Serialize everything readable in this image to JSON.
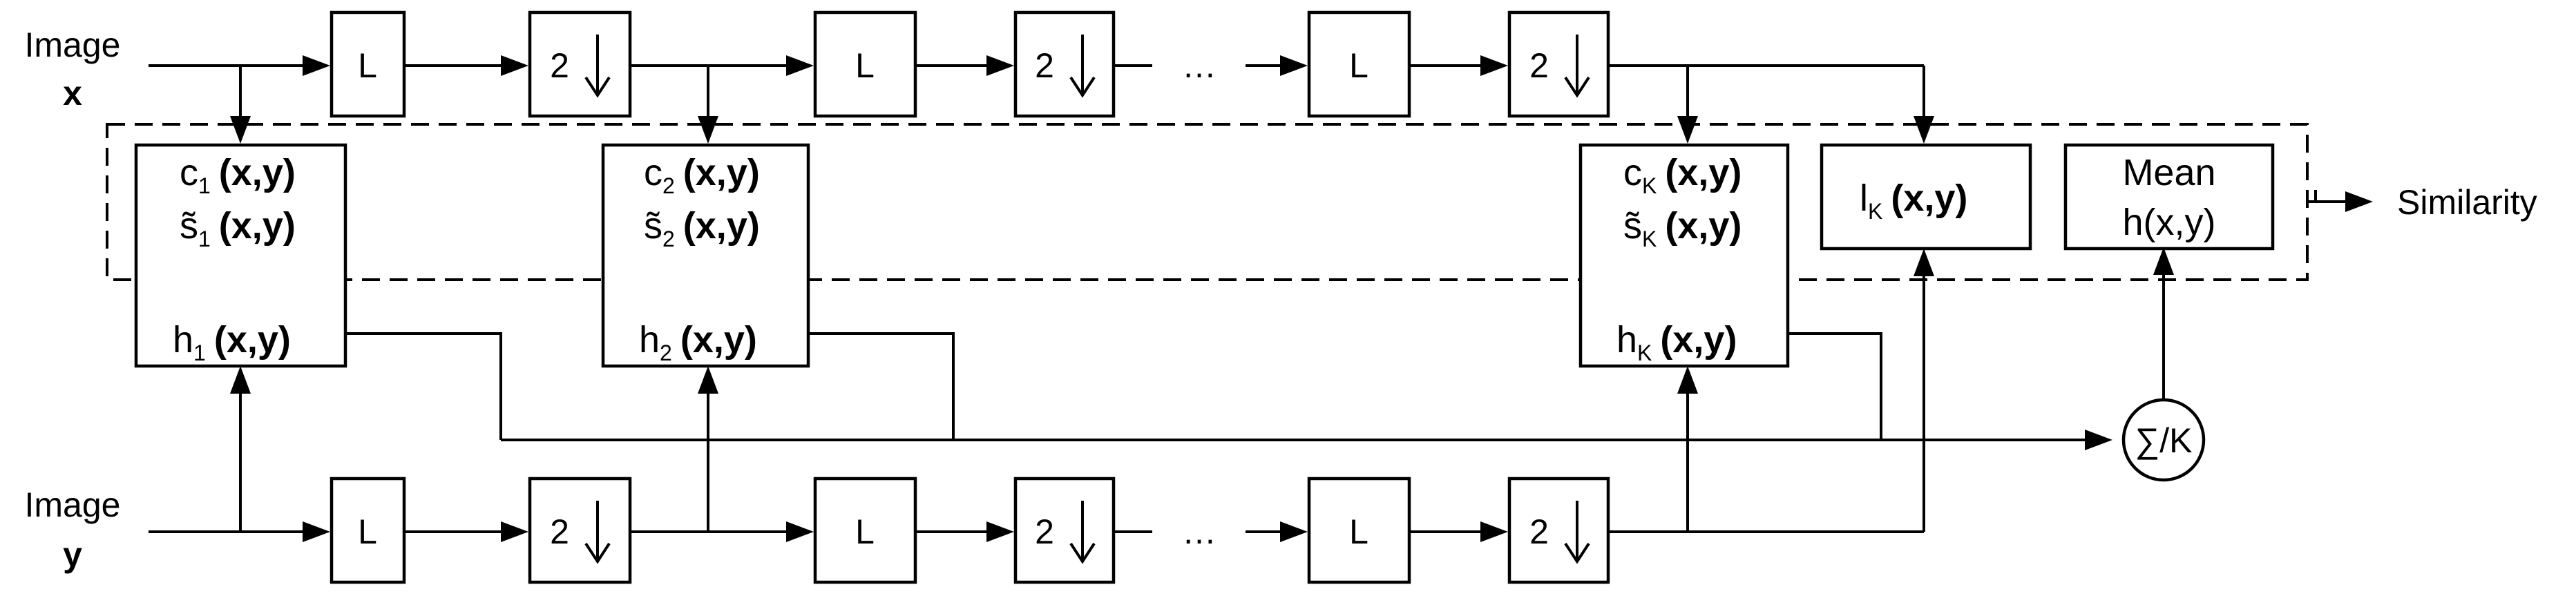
{
  "inputs": {
    "x": {
      "word": "Image",
      "symbol": "x"
    },
    "y": {
      "word": "Image",
      "symbol": "y"
    }
  },
  "chain": {
    "lowpass_label": "L",
    "downsample_label": "2",
    "ellipsis": "…"
  },
  "scale_blocks": [
    {
      "c": "c",
      "s": "s̃",
      "h": "h",
      "sub": "1",
      "arg": "(x,y)"
    },
    {
      "c": "c",
      "s": "s̃",
      "h": "h",
      "sub": "2",
      "arg": "(x,y)"
    },
    {
      "c": "c",
      "s": "s̃",
      "h": "h",
      "sub": "K",
      "arg": "(x,y)"
    }
  ],
  "luminance": {
    "l": "l",
    "sub": "K",
    "arg": "(x,y)"
  },
  "mean_block": {
    "title": "Mean",
    "expr": "h(x,y)"
  },
  "sum_node": {
    "label": "∑/K"
  },
  "output": {
    "label": "Similarity"
  }
}
